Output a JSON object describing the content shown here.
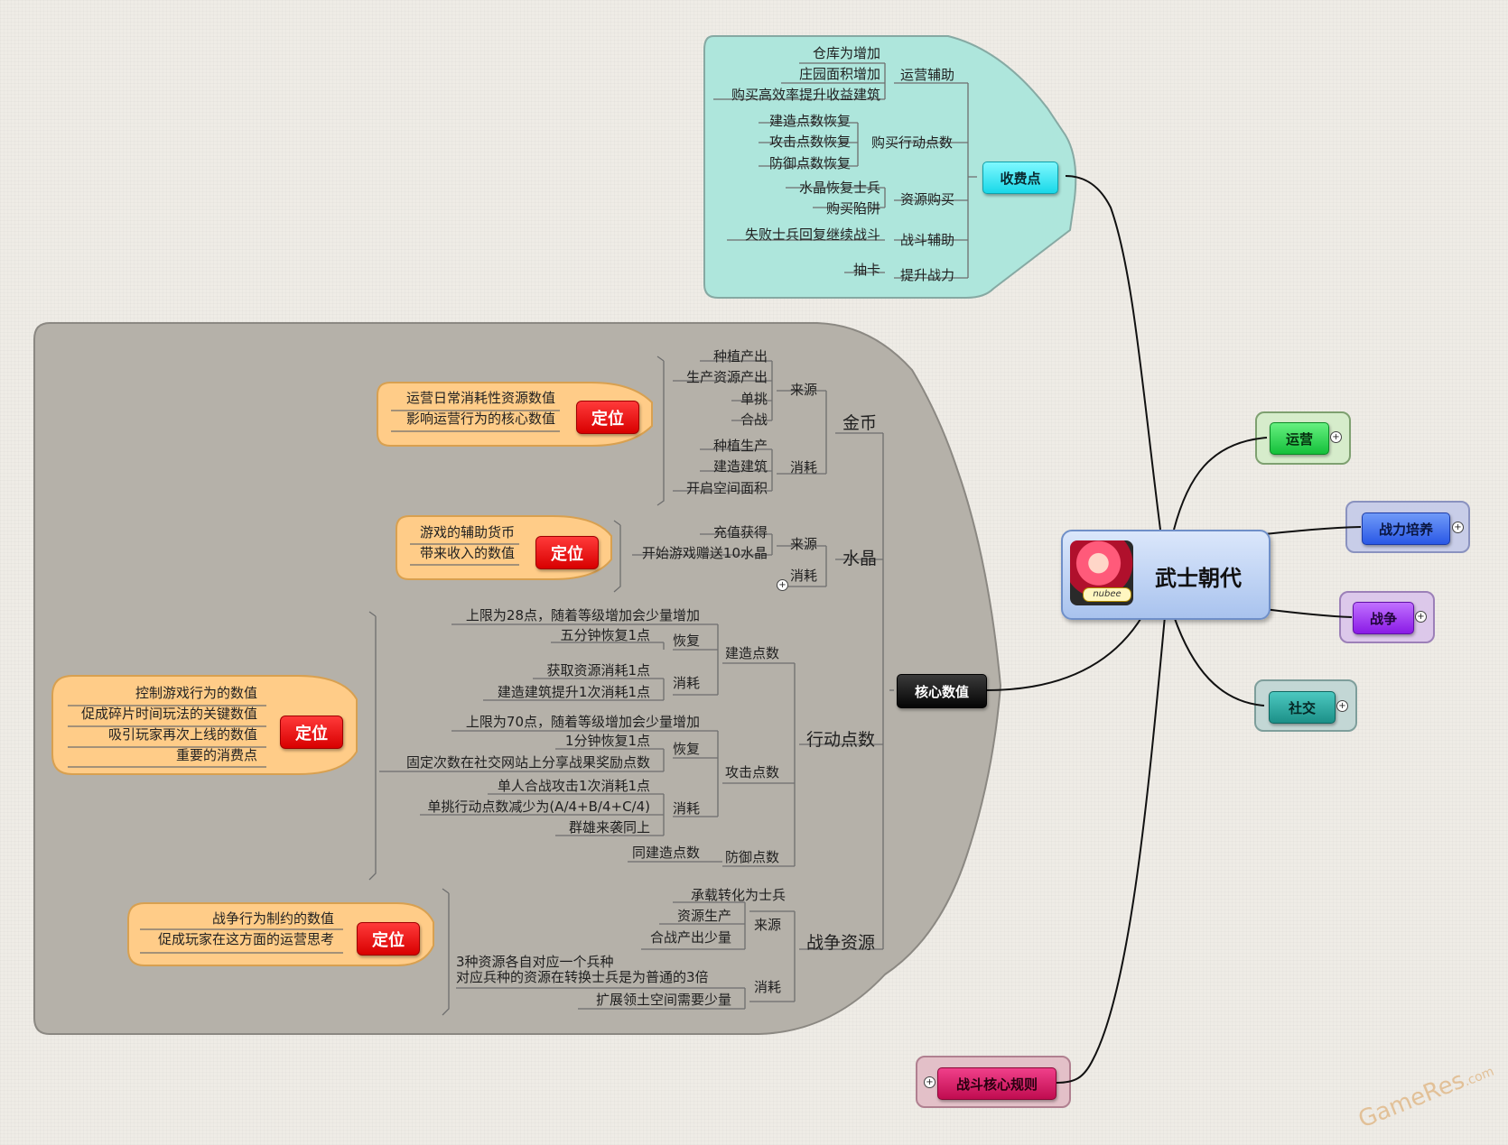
{
  "center": {
    "title": "武士朝代",
    "logo_text": "nubee"
  },
  "branches": {
    "shoufei": "收费点",
    "yunying": "运营",
    "zhanli": "战力培养",
    "zhanzheng": "战争",
    "shejiao": "社交",
    "hexin": "核心数值",
    "zhandou": "战斗核心规则"
  },
  "shoufei_tree": {
    "yunying_fuzhu": {
      "label": "运营辅助",
      "items": [
        "仓库为增加",
        "庄园面积增加",
        "购买高效率提升收益建筑"
      ]
    },
    "xingdong": {
      "label": "购买行动点数",
      "items": [
        "建造点数恢复",
        "攻击点数恢复",
        "防御点数恢复"
      ]
    },
    "ziyuan": {
      "label": "资源购买",
      "items": [
        "水晶恢复士兵",
        "购买陷阱"
      ]
    },
    "zhandou_fuzhu": {
      "label": "战斗辅助",
      "items": [
        "失败士兵回复继续战斗"
      ]
    },
    "tisheng": {
      "label": "提升战力",
      "items": [
        "抽卡"
      ]
    }
  },
  "core": {
    "dingwei_label": "定位",
    "jinbi": {
      "label": "金币",
      "notes": [
        "运营日常消耗性资源数值",
        "影响运营行为的核心数值"
      ],
      "source": {
        "label": "来源",
        "items": [
          "种植产出",
          "生产资源产出",
          "单挑",
          "合战"
        ]
      },
      "consume": {
        "label": "消耗",
        "items": [
          "种植生产",
          "建造建筑",
          "开启空间面积"
        ]
      }
    },
    "shuijing": {
      "label": "水晶",
      "notes": [
        "游戏的辅助货币",
        "带来收入的数值"
      ],
      "source": {
        "label": "来源",
        "items": [
          "充值获得",
          "开始游戏赠送10水晶"
        ]
      },
      "consume": {
        "label": "消耗"
      }
    },
    "xingdongdian": {
      "label": "行动点数",
      "notes": [
        "控制游戏行为的数值",
        "促成碎片时间玩法的关键数值",
        "吸引玩家再次上线的数值",
        "重要的消费点"
      ],
      "jianzao": {
        "label": "建造点数",
        "cap": "上限为28点，随着等级增加会少量增加",
        "recover": {
          "label": "恢复",
          "items": [
            "五分钟恢复1点"
          ]
        },
        "consume": {
          "label": "消耗",
          "items": [
            "获取资源消耗1点",
            "建造建筑提升1次消耗1点"
          ]
        }
      },
      "gongji": {
        "label": "攻击点数",
        "cap": "上限为70点，随着等级增加会少量增加",
        "recover": {
          "label": "恢复",
          "items": [
            "1分钟恢复1点",
            "固定次数在社交网站上分享战果奖励点数"
          ]
        },
        "consume": {
          "label": "消耗",
          "items": [
            "单人合战攻击1次消耗1点",
            "单挑行动点数减少为(A/4+B/4+C/4)",
            "群雄来袭同上"
          ]
        }
      },
      "fangyu": {
        "label": "防御点数",
        "items": [
          "同建造点数"
        ]
      }
    },
    "zhanzheng_ziyuan": {
      "label": "战争资源",
      "notes": [
        "战争行为制约的数值",
        "促成玩家在这方面的运营思考"
      ],
      "source": {
        "label": "来源",
        "items": [
          "承载转化为士兵",
          "资源生产",
          "合战产出少量"
        ]
      },
      "consume": {
        "label": "消耗",
        "items": [
          "3种资源各自对应一个兵种",
          "对应兵种的资源在转换士兵是为普通的3倍",
          "扩展领土空间需要少量"
        ]
      }
    }
  },
  "watermark": {
    "main": "GameRes",
    "suffix": ".com"
  },
  "colors": {
    "teal_bg": "#aee6dc",
    "gray_bg": "#b5b1a9",
    "note_bg": "#ffcc88",
    "cyan": "#22e8f0",
    "green": "#22d64a",
    "blue": "#3a6af0",
    "purple": "#a030f0",
    "teal": "#2aa8a0",
    "black": "#111111",
    "crimson": "#d01058"
  }
}
